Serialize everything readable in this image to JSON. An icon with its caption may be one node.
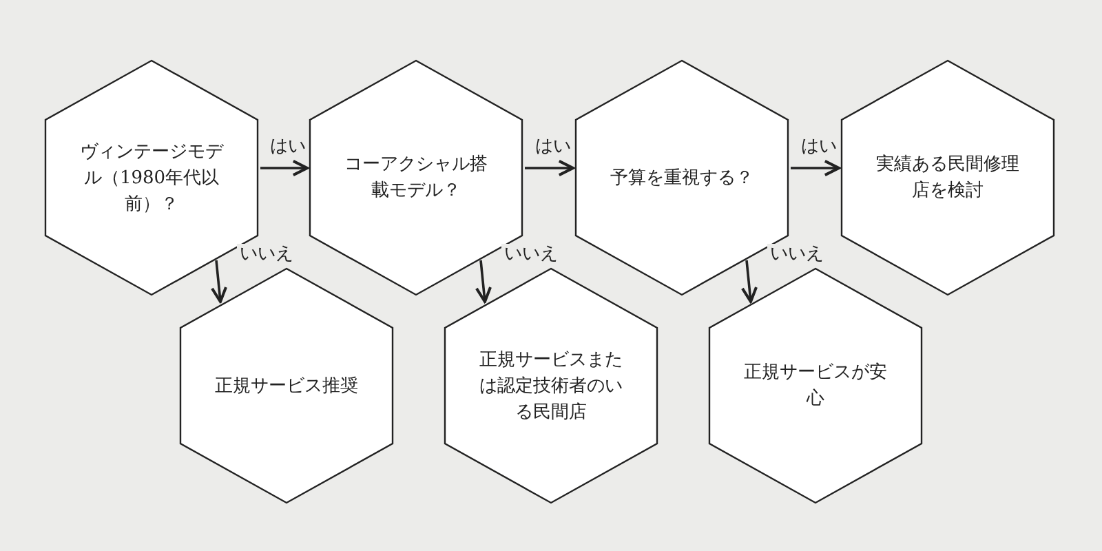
{
  "diagram": {
    "nodes": [
      {
        "text": [
          "ヴィンテージモデル（1980年代以前）？"
        ]
      },
      {
        "text": [
          "コーアクシャル搭載モデル？"
        ]
      },
      {
        "text": [
          "予算を重視する？"
        ]
      },
      {
        "text": [
          "実績ある民間修理店を検討"
        ]
      },
      {
        "text": [
          "正規サービス推奨"
        ]
      },
      {
        "text": [
          "正規サービスまたは認定技術者のいる民間店"
        ]
      },
      {
        "text": [
          "正規サービスが安心"
        ]
      }
    ],
    "edges": [
      {
        "from": 0,
        "to": 1,
        "arrow": "to",
        "label": "はい"
      },
      {
        "from": 1,
        "to": 2,
        "arrow": "to",
        "label": "はい"
      },
      {
        "from": 2,
        "to": 3,
        "arrow": "to",
        "label": "はい"
      },
      {
        "from": 0,
        "to": 4,
        "arrow": "to",
        "label": "いいえ"
      },
      {
        "from": 1,
        "to": 5,
        "arrow": "to",
        "label": "いいえ"
      },
      {
        "from": 2,
        "to": 6,
        "arrow": "to",
        "label": "いいえ"
      }
    ]
  }
}
